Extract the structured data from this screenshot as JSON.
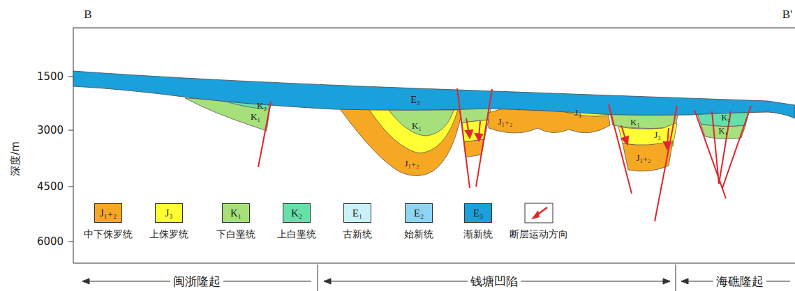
{
  "diagram": {
    "labels": [
      "B",
      "B'",
      "1500",
      "3000",
      "4500",
      "6000",
      "深度/m",
      "K₂",
      "K₁",
      "E₃",
      "K₁",
      "J₁₊₂",
      "J₁₊₂",
      "J₃",
      "K₁",
      "J₃",
      "J₁₊₂",
      "K₂",
      "K₁",
      "J₁₊₂",
      "J₃",
      "K₁",
      "K₂",
      "E₁",
      "E₂",
      "E₃",
      "闽浙隆起",
      "钱塘凹陷",
      "海礁隆起"
    ],
    "legend": [
      {
        "text": "中下侏罗统",
        "color": "#f7a823"
      },
      {
        "text": "上侏罗统",
        "color": "#ffff33"
      },
      {
        "text": "下白垩统",
        "color": "#a6e07a"
      },
      {
        "text": "上白垩统",
        "color": "#66dfa8"
      },
      {
        "text": "古新统",
        "color": "#c8f2f7"
      },
      {
        "text": "始新统",
        "color": "#8fd4f0"
      },
      {
        "text": "渐新统",
        "color": "#1aa0db"
      },
      {
        "text": "断层运动方向"
      }
    ]
  }
}
